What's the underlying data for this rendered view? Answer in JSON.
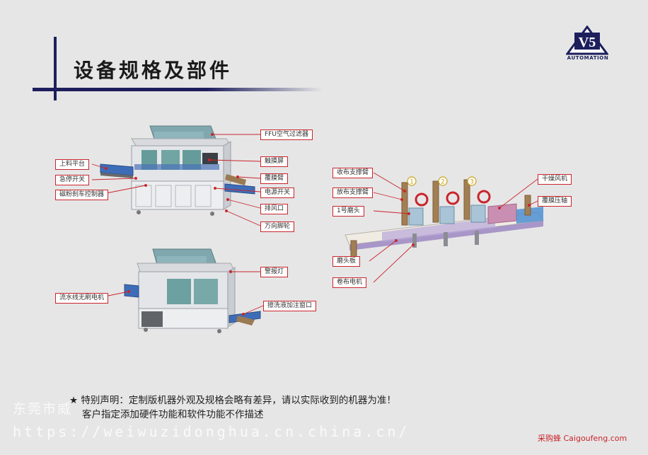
{
  "header": {
    "title": "设备规格及部件",
    "logo_text": "V5",
    "logo_sub": "AUTOMATION"
  },
  "machine1_labels": {
    "ffu": "FFU空气过滤器",
    "touch": "触摸屏",
    "film_arm": "覆膜臂",
    "power": "电源开关",
    "exhaust": "排风口",
    "caster": "万向脚轮",
    "load": "上料平台",
    "estop": "急停开关",
    "brake": "磁粉刹车控制器"
  },
  "machine2_labels": {
    "alarm": "警报灯",
    "motor": "流水线无刷电机",
    "inlet": "擦洗液加注窗口"
  },
  "detail": {
    "markers": [
      "1",
      "2",
      "3"
    ],
    "recv_arm": "收布支撑臂",
    "release_arm": "放布支撑臂",
    "head1": "1号磨头",
    "plate": "磨头板",
    "motor": "卷布电机",
    "dryer": "干燥风机",
    "roller": "覆膜压轴"
  },
  "notice": {
    "line1": "★  特别声明：定制版机器外观及规格会略有差异，请以实际收到的机器为准！",
    "line2": "客户指定添加硬件功能和软件功能不作描述"
  },
  "watermark": {
    "company": "东莞市威",
    "url": "https://weiwuzidonghua.cn.china.cn/"
  },
  "source": "采购蜂 Caigoufeng.com",
  "colors": {
    "accent": "#c9252b",
    "brand": "#1d1f5c",
    "background": "#e6e6e7"
  }
}
